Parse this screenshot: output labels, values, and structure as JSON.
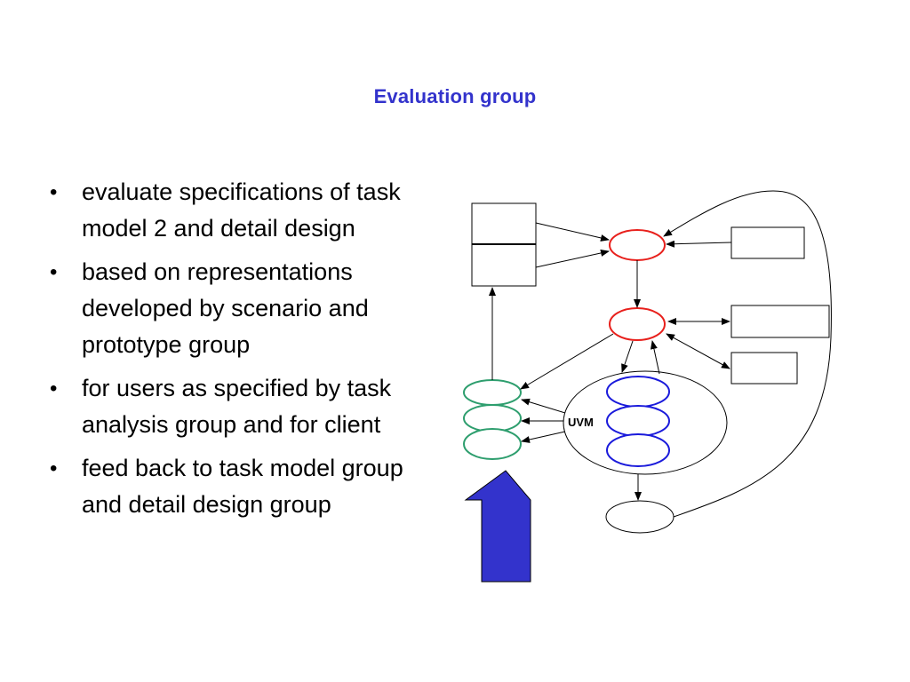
{
  "slide": {
    "title": "Evaluation group",
    "bullets": [
      "evaluate specifications of task model 2 and detail design",
      "based on representations developed by scenario and prototype group",
      "for users as specified by task analysis group and for client",
      "feed back to task model group and detail design group"
    ],
    "bullet_glyph": "•"
  },
  "diagram": {
    "uvm_label": "UVM",
    "colors": {
      "red": "#e8201c",
      "green": "#2e9e6e",
      "blue": "#1a1adb",
      "arrow_fill": "#3333cc",
      "stroke": "#000000"
    }
  }
}
